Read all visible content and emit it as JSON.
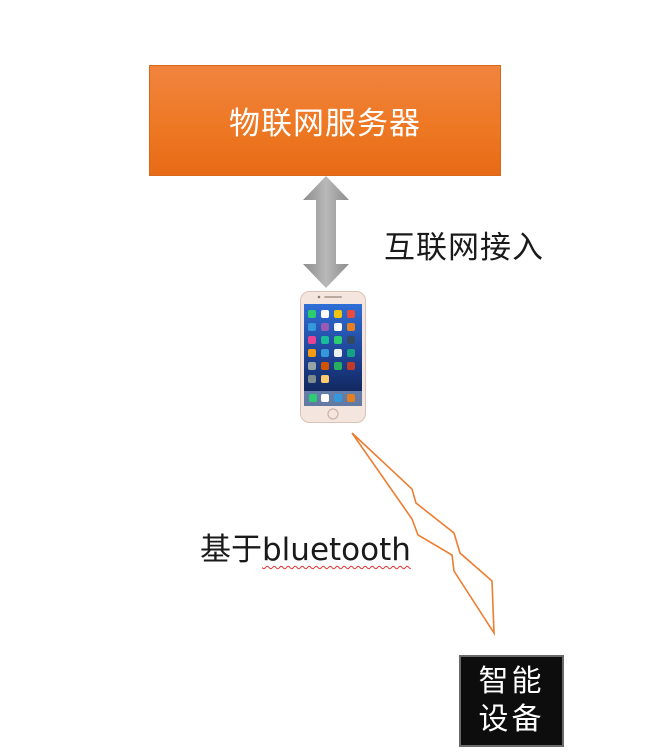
{
  "server": {
    "label": "物联网服务器",
    "color": "#ed7722"
  },
  "internet_link": {
    "label": "互联网接入",
    "arrow_color": "#9a9a9a"
  },
  "phone": {
    "icon": "smartphone-icon",
    "body_color": "#f2e2da"
  },
  "bluetooth_link": {
    "prefix": "基于",
    "protocol": "bluetooth",
    "line_color": "#ed7d31"
  },
  "device": {
    "line1": "智能",
    "line2": "设备"
  }
}
